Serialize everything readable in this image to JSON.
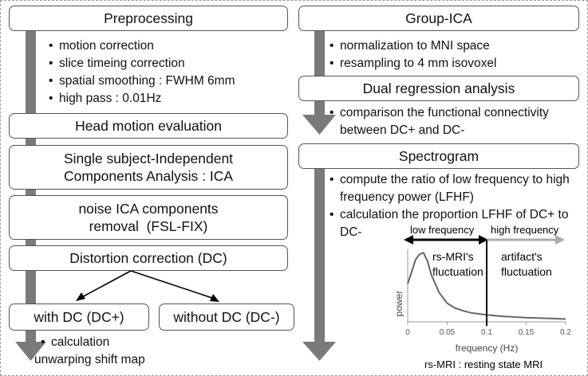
{
  "left_column": {
    "preprocessing": {
      "title": "Preprocessing",
      "steps": [
        "motion correction",
        "slice timeing correction",
        "spatial smoothing : FWHM 6mm",
        "high pass : 0.01Hz"
      ]
    },
    "head_motion": "Head motion evaluation",
    "single_subject_ica": [
      "Single subject-Independent",
      "Components Analysis : ICA"
    ],
    "noise_removal": [
      "noise ICA components",
      "removal  (FSL-FIX)"
    ],
    "distortion_correction": "Distortion correction (DC)",
    "with_dc": "with DC (DC+)",
    "without_dc": "without DC (DC-)",
    "calculation_note": [
      "calculation",
      "unwarping shift map"
    ]
  },
  "right_column": {
    "group_ica": {
      "title": "Group-ICA",
      "steps": [
        "normalization to MNI space",
        "resampling to 4 mm isovoxel"
      ]
    },
    "dual_regression": {
      "title": "Dual regression analysis",
      "steps": [
        "comparison the functional connectivity between DC+ and DC-"
      ]
    },
    "spectrogram": {
      "title": "Spectrogram",
      "steps": [
        "compute the ratio of low frequency to high frequency power (LFHF)",
        "calculation the proportion LFHF of DC+ to DC-"
      ]
    }
  },
  "spectrum_chart": {
    "low_band_label": "low frequency",
    "high_band_label": "high frequency",
    "low_annotation": [
      "rs-MRI's",
      "fluctuation"
    ],
    "high_annotation": [
      "artifact's",
      "fluctuation"
    ],
    "ylabel": "power",
    "xlabel": "frequency (Hz)",
    "x_ticks": [
      "0",
      "0.05",
      "0.1",
      "0.15",
      "0.2"
    ],
    "cutoff_hz": 0.1,
    "footnote": "rs-MRI : resting state MRI"
  },
  "chart_data": {
    "type": "line",
    "x": [
      0,
      0.005,
      0.01,
      0.015,
      0.02,
      0.025,
      0.03,
      0.04,
      0.05,
      0.06,
      0.07,
      0.08,
      0.1,
      0.12,
      0.15,
      0.18,
      0.2
    ],
    "y": [
      0.55,
      0.72,
      0.9,
      0.98,
      1.0,
      0.88,
      0.68,
      0.42,
      0.27,
      0.2,
      0.16,
      0.13,
      0.1,
      0.08,
      0.06,
      0.05,
      0.04
    ],
    "xlim": [
      0,
      0.2
    ],
    "ylim": [
      0,
      1.05
    ]
  },
  "colors": {
    "flow_arrow": "#7a7a7a",
    "box_border": "#555555",
    "curve": "#666666",
    "high_band_arrow": "#aaaaaa"
  }
}
